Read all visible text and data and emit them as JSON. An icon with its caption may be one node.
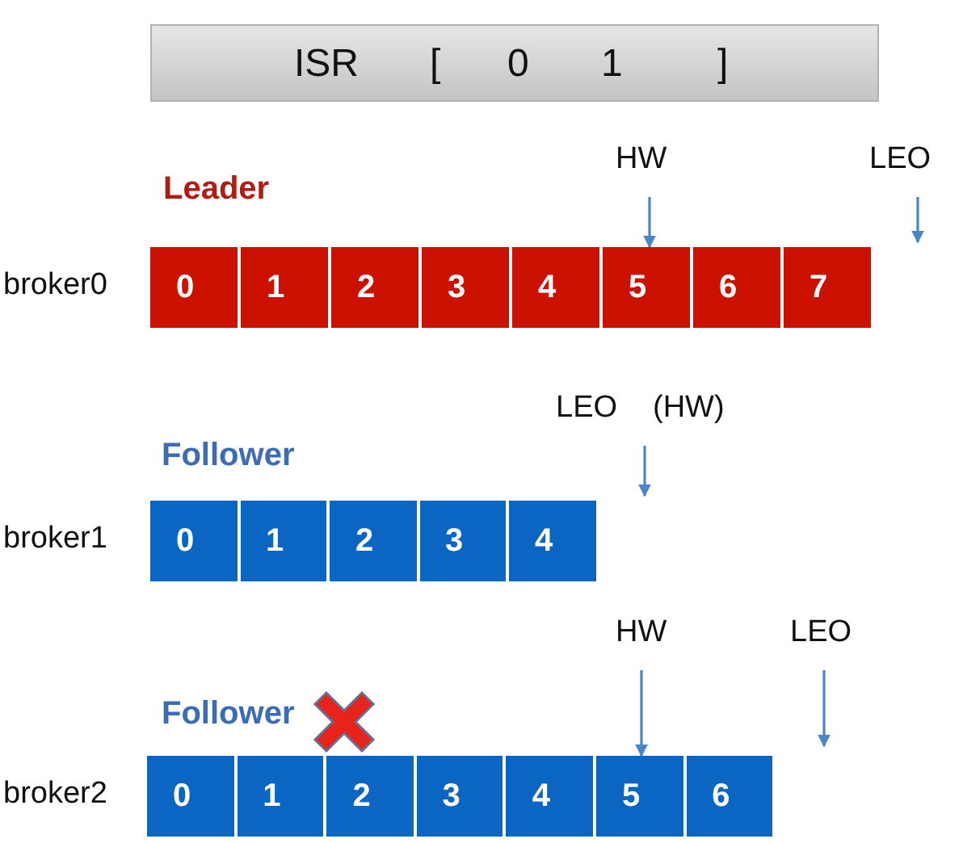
{
  "diagram": {
    "nodes": [
      {
        "text": [
          "ISR",
          "[",
          "0",
          "1",
          "]"
        ]
      },
      {
        "text": [
          "0"
        ]
      },
      {
        "text": [
          "1"
        ]
      },
      {
        "text": [
          "2"
        ]
      },
      {
        "text": [
          "3"
        ]
      },
      {
        "text": [
          "4"
        ]
      },
      {
        "text": [
          "5"
        ]
      },
      {
        "text": [
          "6"
        ]
      },
      {
        "text": [
          "7"
        ]
      },
      {
        "text": [
          "HW"
        ]
      },
      {
        "text": [
          "LEO"
        ]
      },
      {
        "text": [
          "0"
        ]
      },
      {
        "text": [
          "1"
        ]
      },
      {
        "text": [
          "2"
        ]
      },
      {
        "text": [
          "3"
        ]
      },
      {
        "text": [
          "4"
        ]
      },
      {
        "text": [
          "LEO",
          "(HW)"
        ]
      },
      {
        "text": [
          "0"
        ]
      },
      {
        "text": [
          "1"
        ]
      },
      {
        "text": [
          "2"
        ]
      },
      {
        "text": [
          "3"
        ]
      },
      {
        "text": [
          "4"
        ]
      },
      {
        "text": [
          "5"
        ]
      },
      {
        "text": [
          "6"
        ]
      },
      {
        "text": [
          "HW"
        ]
      },
      {
        "text": [
          "LEO"
        ]
      }
    ],
    "edges": [
      {
        "from": 9,
        "to": 6,
        "arrow": "to"
      },
      {
        "from": 10,
        "to": null,
        "arrow": "to"
      },
      {
        "from": 16,
        "to": null,
        "arrow": "to"
      },
      {
        "from": 24,
        "to": 22,
        "arrow": "to"
      },
      {
        "from": 25,
        "to": null,
        "arrow": "to"
      }
    ],
    "labels": [
      "Leader",
      "broker0",
      "Follower",
      "broker1",
      "Follower",
      "broker2"
    ]
  }
}
